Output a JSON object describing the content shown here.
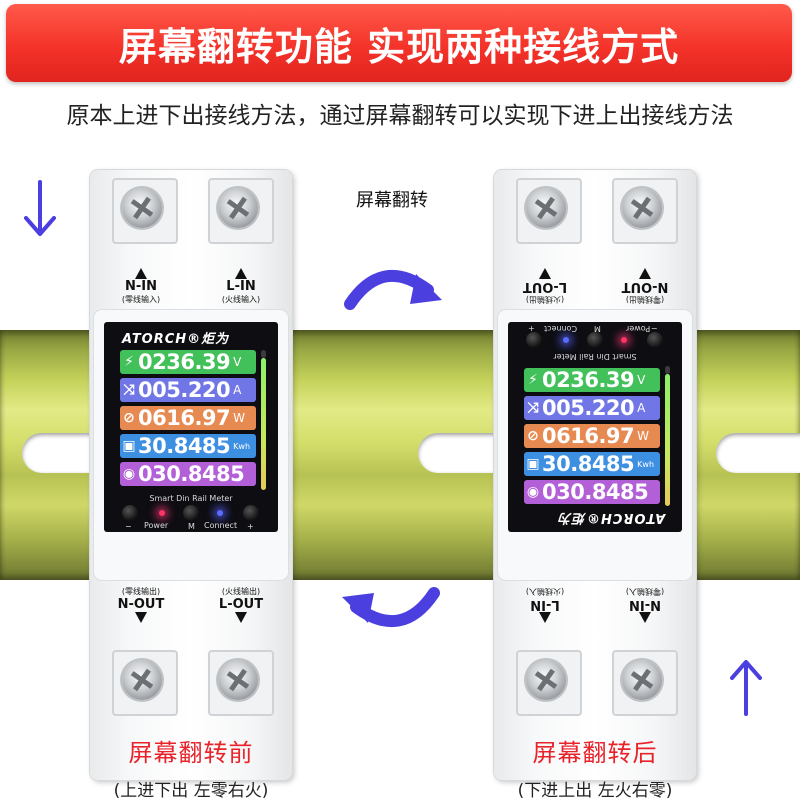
{
  "banner": {
    "title": "屏幕翻转功能 实现两种接线方式"
  },
  "subtitle": "原本上进下出接线方法，通过屏幕翻转可以实现下进上出接线方法",
  "flip_label": "屏幕翻转",
  "colors": {
    "banner_red": "#f4332a",
    "arrow_purple": "#4b3fe0",
    "caption_red": "#e8232a"
  },
  "left_device": {
    "top_left": {
      "main": "N-IN",
      "sub": "(零线输入)"
    },
    "top_right": {
      "main": "L-IN",
      "sub": "(火线输入)"
    },
    "bottom_left": {
      "main": "N-OUT",
      "sub": "(零线输出)"
    },
    "bottom_right": {
      "main": "L-OUT",
      "sub": "(火线输出)"
    },
    "caption_title": "屏幕翻转前",
    "caption_sub": "(上进下出 左零右火)"
  },
  "right_device": {
    "top_left": {
      "main": "L-OUT",
      "sub": "(火线输出)"
    },
    "top_right": {
      "main": "N-OUT",
      "sub": "(零线输出)"
    },
    "bottom_left": {
      "main": "L-IN",
      "sub": "(火线输入)"
    },
    "bottom_right": {
      "main": "N-IN",
      "sub": "(零线输入)"
    },
    "caption_title": "屏幕翻转后",
    "caption_sub": "(下进上出 左火右零)"
  },
  "screen": {
    "brand": "ATORCH®炬为",
    "voltage": {
      "value": "0236.39",
      "unit": "V",
      "icon": "lightning-icon"
    },
    "current": {
      "value": "005.220",
      "unit": "A",
      "icon": "shuffle-icon"
    },
    "power": {
      "value": "0616.97",
      "unit": "W",
      "icon": "power-icon"
    },
    "energy": {
      "value": "30.8485",
      "unit": "Kwh",
      "icon": "meter-icon"
    },
    "cost": {
      "value": "030.8485",
      "icon": "coin-icon"
    },
    "model": "Smart Din Rail Meter",
    "btn_minus": "−",
    "btn_power": "Power",
    "btn_m": "M",
    "btn_connect": "Connect",
    "btn_plus": "+"
  }
}
